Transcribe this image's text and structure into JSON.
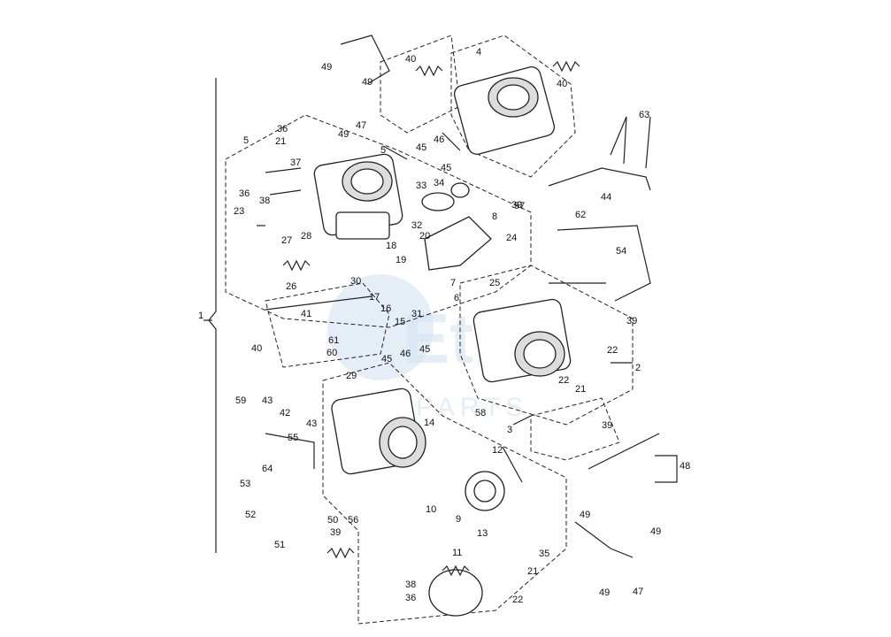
{
  "diagram": {
    "callouts": [
      "1",
      "2",
      "3",
      "4",
      "5",
      "5",
      "6",
      "7",
      "8",
      "9",
      "10",
      "11",
      "12",
      "13",
      "14",
      "15",
      "16",
      "17",
      "18",
      "19",
      "20",
      "21",
      "21",
      "21",
      "22",
      "22",
      "22",
      "23",
      "24",
      "25",
      "26",
      "27",
      "28",
      "29",
      "30",
      "31",
      "32",
      "33",
      "34",
      "35",
      "36",
      "36",
      "36",
      "37",
      "38",
      "38",
      "39",
      "39",
      "39",
      "39",
      "40",
      "40",
      "40",
      "41",
      "42",
      "43",
      "43",
      "44",
      "45",
      "45",
      "45",
      "45",
      "46",
      "46",
      "47",
      "47",
      "48",
      "49",
      "49",
      "49",
      "49",
      "49",
      "49",
      "50",
      "51",
      "52",
      "53",
      "54",
      "55",
      "56",
      "57",
      "58",
      "59",
      "60",
      "61",
      "62",
      "63",
      "64"
    ],
    "watermark": {
      "main": "Ethi",
      "sub": "PARTS"
    }
  }
}
